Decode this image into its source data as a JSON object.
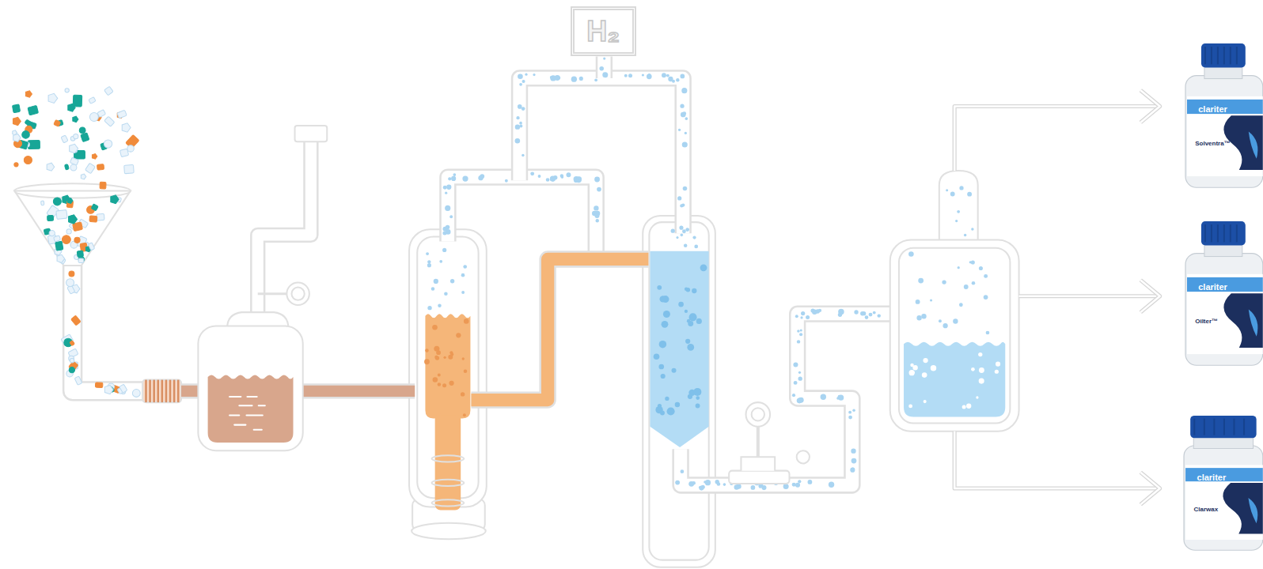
{
  "diagram": {
    "nodes": [
      {
        "text": [
          "H₂"
        ]
      },
      {
        "text": [
          "clariter",
          "Solventra™"
        ]
      },
      {
        "text": [
          "clariter",
          "Oilter™"
        ]
      },
      {
        "text": [
          "clariter",
          "Clarwax"
        ]
      }
    ]
  }
}
